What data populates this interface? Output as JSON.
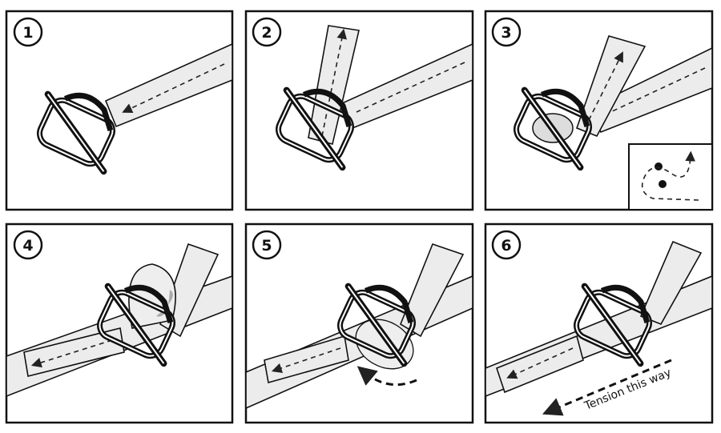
{
  "title": "Buckle strapping steps",
  "steps": [
    {
      "number": "1"
    },
    {
      "number": "2"
    },
    {
      "number": "3"
    },
    {
      "number": "4"
    },
    {
      "number": "5"
    },
    {
      "number": "6",
      "annotation": "Tension this way"
    }
  ]
}
